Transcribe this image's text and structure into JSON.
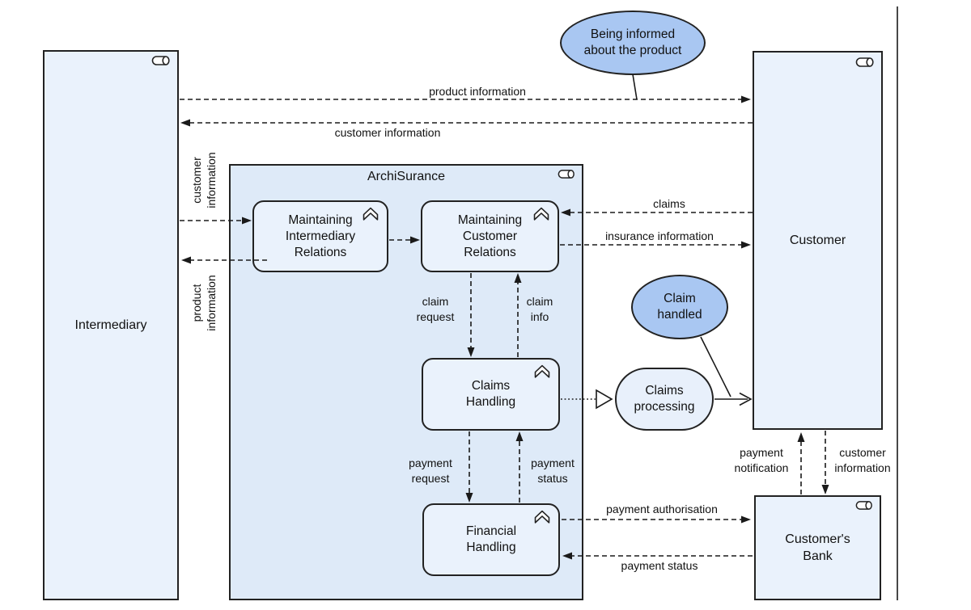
{
  "diagram": {
    "nodes": {
      "intermediary": "Intermediary",
      "archisurance": "ArchiSurance",
      "customer": "Customer",
      "customers_bank": "Customer's\nBank",
      "maintaining_intermediary_relations": "Maintaining\nIntermediary\nRelations",
      "maintaining_customer_relations": "Maintaining\nCustomer\nRelations",
      "claims_handling": "Claims\nHandling",
      "financial_handling": "Financial\nHandling",
      "claims_processing": "Claims\nprocessing",
      "being_informed": "Being informed\nabout the product",
      "claim_handled": "Claim\nhandled"
    },
    "edges": {
      "product_information_top": "product information",
      "customer_information_top": "customer information",
      "customer_information_left": "customer\ninformation",
      "product_information_left": "product\ninformation",
      "claims": "claims",
      "insurance_information": "insurance information",
      "claim_request": "claim\nrequest",
      "claim_info": "claim\ninfo",
      "payment_request": "payment\nrequest",
      "payment_status_mid": "payment\nstatus",
      "payment_notification": "payment\nnotification",
      "customer_information_bottom": "customer\ninformation",
      "payment_authorisation": "payment authorisation",
      "payment_status_bottom": "payment status"
    },
    "icons": {
      "business_role_icon": "pill-with-circle",
      "process_icon": "upward-chevron-band"
    },
    "colors": {
      "actor_fill": "#EAF2FC",
      "container_fill": "#DEEAF8",
      "service_fill": "#E8F0FB",
      "event_fill": "#A9C7F2",
      "border": "#222222",
      "line": "#1A1A1A",
      "background": "#FFFFFF"
    }
  }
}
